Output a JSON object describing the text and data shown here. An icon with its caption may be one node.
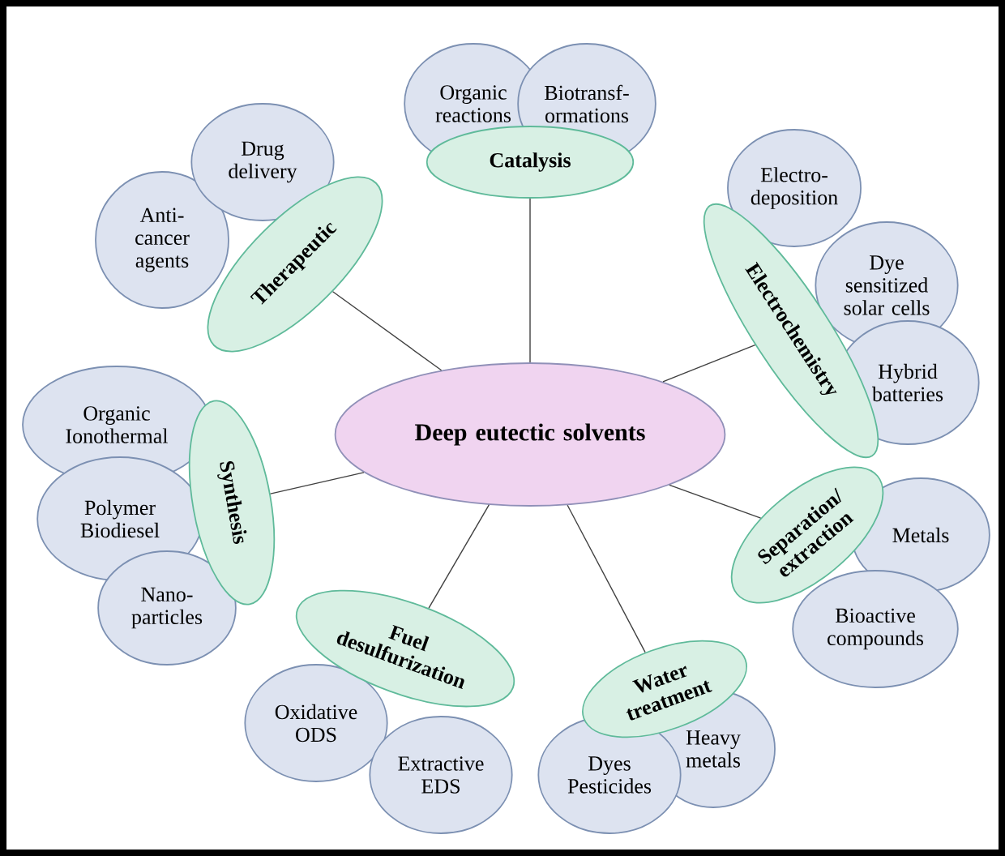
{
  "diagram": {
    "nodes": [
      {
        "text": [
          "Deep eutectic solvents"
        ]
      },
      {
        "text": [
          "Catalysis"
        ]
      },
      {
        "text": [
          "Organic reactions"
        ]
      },
      {
        "text": [
          "Biotransf-ormations"
        ]
      },
      {
        "text": [
          "Electrochemistry"
        ]
      },
      {
        "text": [
          "Electro-deposition"
        ]
      },
      {
        "text": [
          "Dye sensitized solar cells"
        ]
      },
      {
        "text": [
          "Hybrid batteries"
        ]
      },
      {
        "text": [
          "Separation/ extraction"
        ]
      },
      {
        "text": [
          "Metals"
        ]
      },
      {
        "text": [
          "Bioactive compounds"
        ]
      },
      {
        "text": [
          "Water treatment"
        ]
      },
      {
        "text": [
          "Heavy metals"
        ]
      },
      {
        "text": [
          "Dyes Pesticides"
        ]
      },
      {
        "text": [
          "Fuel desulfurization"
        ]
      },
      {
        "text": [
          "Oxidative ODS"
        ]
      },
      {
        "text": [
          "Extractive EDS"
        ]
      },
      {
        "text": [
          "Synthesis"
        ]
      },
      {
        "text": [
          "Organic Ionothermal"
        ]
      },
      {
        "text": [
          "Polymer Biodiesel"
        ]
      },
      {
        "text": [
          "Nano-particles"
        ]
      },
      {
        "text": [
          "Therapeutic"
        ]
      },
      {
        "text": [
          "Anti-cancer agents"
        ]
      },
      {
        "text": [
          "Drug delivery"
        ]
      }
    ],
    "edges": [
      {
        "from": 0,
        "to": 1,
        "arrow": "none"
      },
      {
        "from": 0,
        "to": 4,
        "arrow": "none"
      },
      {
        "from": 0,
        "to": 8,
        "arrow": "none"
      },
      {
        "from": 0,
        "to": 11,
        "arrow": "none"
      },
      {
        "from": 0,
        "to": 14,
        "arrow": "none"
      },
      {
        "from": 0,
        "to": 17,
        "arrow": "none"
      },
      {
        "from": 0,
        "to": 21,
        "arrow": "none"
      }
    ]
  }
}
